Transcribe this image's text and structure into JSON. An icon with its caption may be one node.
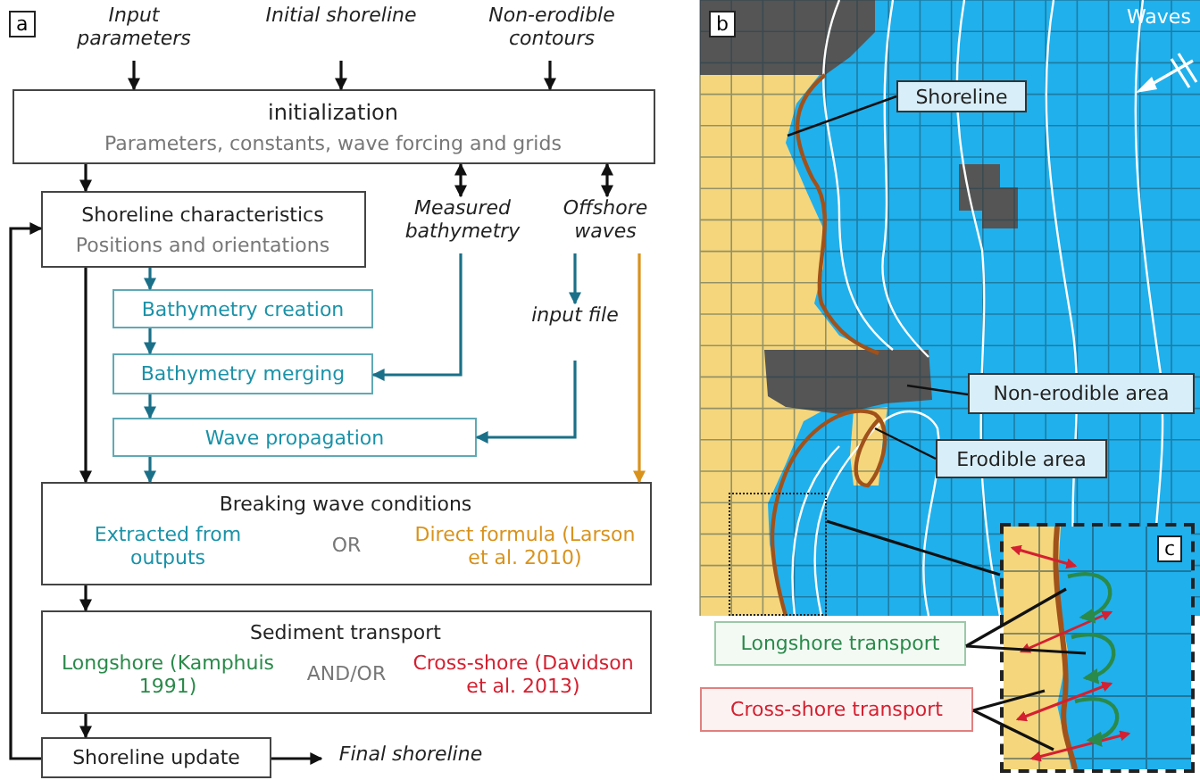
{
  "diagram": {
    "nodes": [
      {
        "text": [
          "Input parameters"
        ]
      },
      {
        "text": [
          "Initial shoreline"
        ]
      },
      {
        "text": [
          "Non-erodible contours"
        ]
      },
      {
        "text": [
          "initialization",
          "Parameters, constants, wave forcing and grids"
        ]
      },
      {
        "text": [
          "Shoreline characteristics",
          "Positions and orientations"
        ]
      },
      {
        "text": [
          "Measured bathymetry"
        ]
      },
      {
        "text": [
          "Offshore waves"
        ]
      },
      {
        "text": [
          "Bathymetry creation"
        ]
      },
      {
        "text": [
          "Bathymetry merging"
        ]
      },
      {
        "text": [
          "input file"
        ]
      },
      {
        "text": [
          "Wave propagation"
        ]
      },
      {
        "text": [
          "Breaking wave conditions",
          "Extracted from outputs",
          "OR",
          "Direct formula (Larson et al. 2010)"
        ]
      },
      {
        "text": [
          "Sediment transport",
          "Longshore (Kamphuis 1991)",
          "AND/OR",
          "Cross-shore (Davidson et al. 2013)"
        ]
      },
      {
        "text": [
          "Shoreline update"
        ]
      },
      {
        "text": [
          "Final shoreline"
        ]
      },
      {
        "text": [
          "Shoreline"
        ]
      },
      {
        "text": [
          "Non-erodible area"
        ]
      },
      {
        "text": [
          "Erodible area"
        ]
      },
      {
        "text": [
          "Longshore transport"
        ]
      },
      {
        "text": [
          "Cross-shore transport"
        ]
      },
      {
        "text": [],
        "shape": "box"
      },
      {
        "text": [],
        "shape": "box"
      }
    ],
    "edges": [
      {
        "from": 0,
        "to": 3,
        "arrow": "to"
      },
      {
        "from": 1,
        "to": 3,
        "arrow": "to"
      },
      {
        "from": 2,
        "to": 3,
        "arrow": "to"
      },
      {
        "from": 3,
        "to": 4,
        "arrow": "to"
      },
      {
        "from": 3,
        "to": 5,
        "arrow": "both"
      },
      {
        "from": 3,
        "to": 6,
        "arrow": "both"
      },
      {
        "from": 4,
        "to": 7,
        "arrow": "to",
        "color": "#1a7088"
      },
      {
        "from": 7,
        "to": 8,
        "arrow": "to",
        "color": "#1a7088"
      },
      {
        "from": 5,
        "to": 8,
        "arrow": "to",
        "color": "#1a7088"
      },
      {
        "from": 6,
        "to": 9,
        "arrow": "to",
        "color": "#1a7088"
      },
      {
        "from": 9,
        "to": 10,
        "arrow": "to",
        "color": "#1a7088"
      },
      {
        "from": 8,
        "to": 10,
        "arrow": "to",
        "color": "#1a7088"
      },
      {
        "from": 4,
        "to": 11,
        "arrow": "to"
      },
      {
        "from": 10,
        "to": 11,
        "arrow": "to",
        "color": "#1a7088"
      },
      {
        "from": 6,
        "to": 11,
        "arrow": "to",
        "color": "#d9921c"
      },
      {
        "from": 11,
        "to": 12,
        "arrow": "to"
      },
      {
        "from": 12,
        "to": 13,
        "arrow": "to"
      },
      {
        "from": 13,
        "to": 4,
        "arrow": "to"
      },
      {
        "from": 13,
        "to": 14,
        "arrow": "to"
      },
      {
        "from": 15,
        "to": null,
        "arrow": "none"
      },
      {
        "from": 16,
        "to": null,
        "arrow": "none"
      },
      {
        "from": 17,
        "to": null,
        "arrow": "none"
      },
      {
        "from": 18,
        "to": 21,
        "arrow": "none"
      },
      {
        "from": 18,
        "to": 21,
        "arrow": "none"
      },
      {
        "from": 19,
        "to": 21,
        "arrow": "none"
      },
      {
        "from": 19,
        "to": 21,
        "arrow": "none"
      },
      {
        "from": 20,
        "to": 21,
        "arrow": "none"
      }
    ],
    "labels": [
      "a",
      "b",
      "Waves",
      "c"
    ]
  }
}
